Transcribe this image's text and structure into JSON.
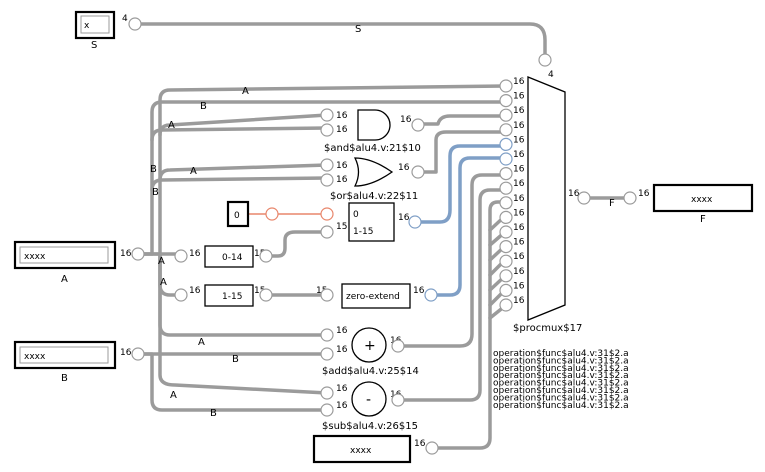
{
  "diagram": {
    "inputs": {
      "s": {
        "value": "x",
        "name": "S",
        "width": "4"
      },
      "a": {
        "value": "xxxx",
        "name": "A",
        "width": "16"
      },
      "b": {
        "value": "xxxx",
        "name": "B",
        "width": "16"
      }
    },
    "outputs": {
      "f": {
        "value": "xxxx",
        "name": "F",
        "width": "16"
      }
    },
    "bottom_constant": {
      "value": "xxxx",
      "width": "16"
    },
    "cells": {
      "and": {
        "label": "$and$alu4.v:21$10"
      },
      "or": {
        "label": "$or$alu4.v:22$11"
      },
      "add": {
        "label": "$add$alu4.v:25$14",
        "symbol": "+"
      },
      "sub": {
        "label": "$sub$alu4.v:26$15",
        "symbol": "-"
      },
      "mux": {
        "label": "$procmux$17"
      },
      "slice_a": {
        "label": "0-14"
      },
      "slice_b": {
        "label": "1-15"
      },
      "const0": {
        "label": "0"
      },
      "concat": {
        "top": "0",
        "bottom": "1-15"
      },
      "zext": {
        "label": "zero-extend"
      }
    },
    "wire_labels": {
      "s": "S",
      "a": "A",
      "b": "B",
      "f": "F"
    },
    "widths": {
      "w16": "16",
      "w15": "15",
      "w4": "4"
    },
    "mux_port_labels": [
      "operation$func$alu4.v:31$2.a",
      "operation$func$alu4.v:31$2.a",
      "operation$func$alu4.v:31$2.a",
      "operation$func$alu4.v:31$2.a",
      "operation$func$alu4.v:31$2.a",
      "operation$func$alu4.v:31$2.a",
      "operation$func$alu4.v:31$2.a",
      "operation$func$alu4.v:31$2.a"
    ]
  },
  "colors": {
    "wire": "#9b9b9b",
    "highlight": "#7f9fc6",
    "constant": "#e8866b"
  }
}
